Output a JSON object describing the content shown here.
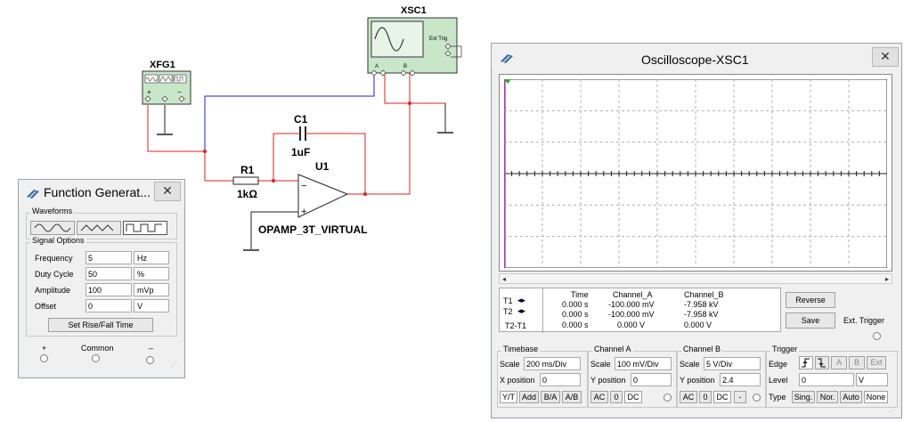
{
  "schematic": {
    "xfg1": {
      "label": "XFG1",
      "terminals": [
        "+",
        "",
        "−"
      ]
    },
    "xsc1": {
      "label": "XSC1",
      "ext_trig": "Ext Trig",
      "terminals": [
        "A",
        "B"
      ]
    },
    "c1": {
      "ref": "C1",
      "value": "1uF"
    },
    "r1": {
      "ref": "R1",
      "value": "1kΩ"
    },
    "u1": {
      "ref": "U1",
      "model": "OPAMP_3T_VIRTUAL"
    },
    "colors": {
      "wire_red": "#e02020",
      "wire_blue": "#2020c0",
      "component_fill": "#c8e6c8"
    }
  },
  "function_generator": {
    "title": "Function Generat...",
    "close": "✕",
    "waveforms_label": "Waveforms",
    "waveform_icons": [
      "sine-wave-icon",
      "triangle-wave-icon",
      "square-wave-icon"
    ],
    "selected_waveform": 2,
    "signal_options_label": "Signal Options",
    "options": [
      {
        "label": "Frequency",
        "value": "5",
        "unit": "Hz"
      },
      {
        "label": "Duty Cycle",
        "value": "50",
        "unit": "%"
      },
      {
        "label": "Amplitude",
        "value": "100",
        "unit": "mVp"
      },
      {
        "label": "Offset",
        "value": "0",
        "unit": "V"
      }
    ],
    "rise_fall_button": "Set Rise/Fall Time",
    "terminals": {
      "plus": "+",
      "common": "Common",
      "minus": "–"
    }
  },
  "oscilloscope": {
    "title": "Oscilloscope-XSC1",
    "close": "✕",
    "readout": {
      "headers": [
        "Time",
        "Channel_A",
        "Channel_B"
      ],
      "rows": [
        {
          "label": "T1",
          "time": "0.000 s",
          "a": "-100.000 mV",
          "b": "-7.958 kV"
        },
        {
          "label": "T2",
          "time": "0.000 s",
          "a": "-100.000 mV",
          "b": "-7.958 kV"
        },
        {
          "label": "T2-T1",
          "time": "0.000 s",
          "a": "0.000 V",
          "b": "0.000 V"
        }
      ]
    },
    "reverse_button": "Reverse",
    "save_button": "Save",
    "ext_trigger_label": "Ext. Trigger",
    "timebase": {
      "label": "Timebase",
      "scale_label": "Scale",
      "scale": "200 ms/Div",
      "xpos_label": "X position",
      "xpos": "0",
      "modes": [
        "Y/T",
        "Add",
        "B/A",
        "A/B"
      ]
    },
    "channel_a": {
      "label": "Channel A",
      "scale_label": "Scale",
      "scale": "100 mV/Div",
      "ypos_label": "Y position",
      "ypos": "0",
      "couplings": [
        "AC",
        "0",
        "DC"
      ]
    },
    "channel_b": {
      "label": "Channel B",
      "scale_label": "Scale",
      "scale": "5  V/Div",
      "ypos_label": "Y position",
      "ypos": "2.4",
      "couplings": [
        "AC",
        "0",
        "DC",
        "-"
      ]
    },
    "trigger": {
      "label": "Trigger",
      "edge_label": "Edge",
      "edge_buttons": [
        "A",
        "B",
        "Ext"
      ],
      "level_label": "Level",
      "level": "0",
      "level_unit": "V",
      "type_label": "Type",
      "types": [
        "Sing.",
        "Nor.",
        "Auto",
        "None"
      ]
    },
    "colors": {
      "trace_a": "#cc44cc",
      "grid": "#b0b0b0",
      "screen": "#ffffff"
    }
  }
}
